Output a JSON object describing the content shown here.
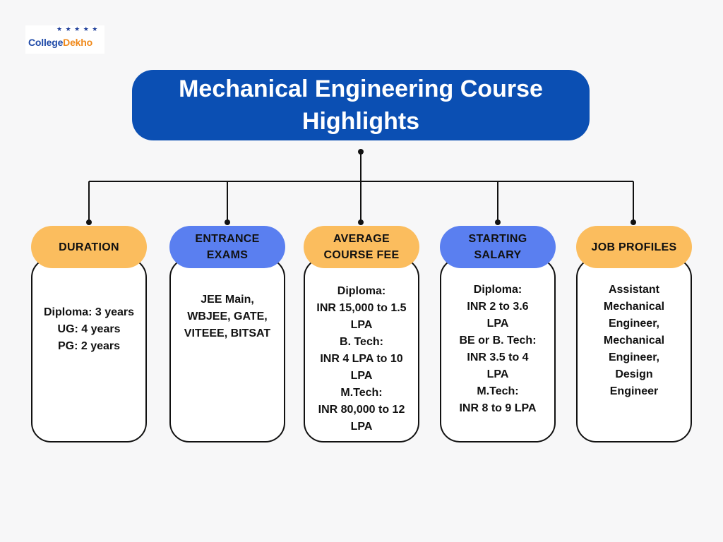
{
  "logo": {
    "part1": "College",
    "part2": "Dekho",
    "stars": "★ ★ ★ ★ ★"
  },
  "title": "Mechanical Engineering Course Highlights",
  "colors": {
    "title_bg": "#0b4fb3",
    "pill_orange": "#fbbd5e",
    "pill_blue": "#5a7ff0",
    "connector": "#111111"
  },
  "sections": [
    {
      "label": "DURATION",
      "lines": [
        "Diploma: 3 years",
        "UG: 4 years",
        "PG: 2 years"
      ]
    },
    {
      "label": "ENTRANCE EXAMS",
      "lines": [
        "JEE Main,",
        "WBJEE, GATE,",
        "VITEEE, BITSAT"
      ]
    },
    {
      "label": "AVERAGE COURSE FEE",
      "lines": [
        "Diploma:",
        "INR 15,000 to 1.5",
        "LPA",
        "B. Tech:",
        "INR 4 LPA to 10",
        "LPA",
        "M.Tech:",
        "INR 80,000 to 12",
        "LPA"
      ]
    },
    {
      "label": "STARTING SALARY",
      "lines": [
        "Diploma:",
        "INR 2 to 3.6",
        "LPA",
        "BE or B. Tech:",
        "INR 3.5 to 4",
        "LPA",
        "M.Tech:",
        "INR 8 to 9 LPA"
      ]
    },
    {
      "label": "JOB PROFILES",
      "lines": [
        "Assistant",
        "Mechanical",
        "Engineer,",
        "Mechanical",
        "Engineer,",
        "Design",
        "Engineer"
      ]
    }
  ]
}
